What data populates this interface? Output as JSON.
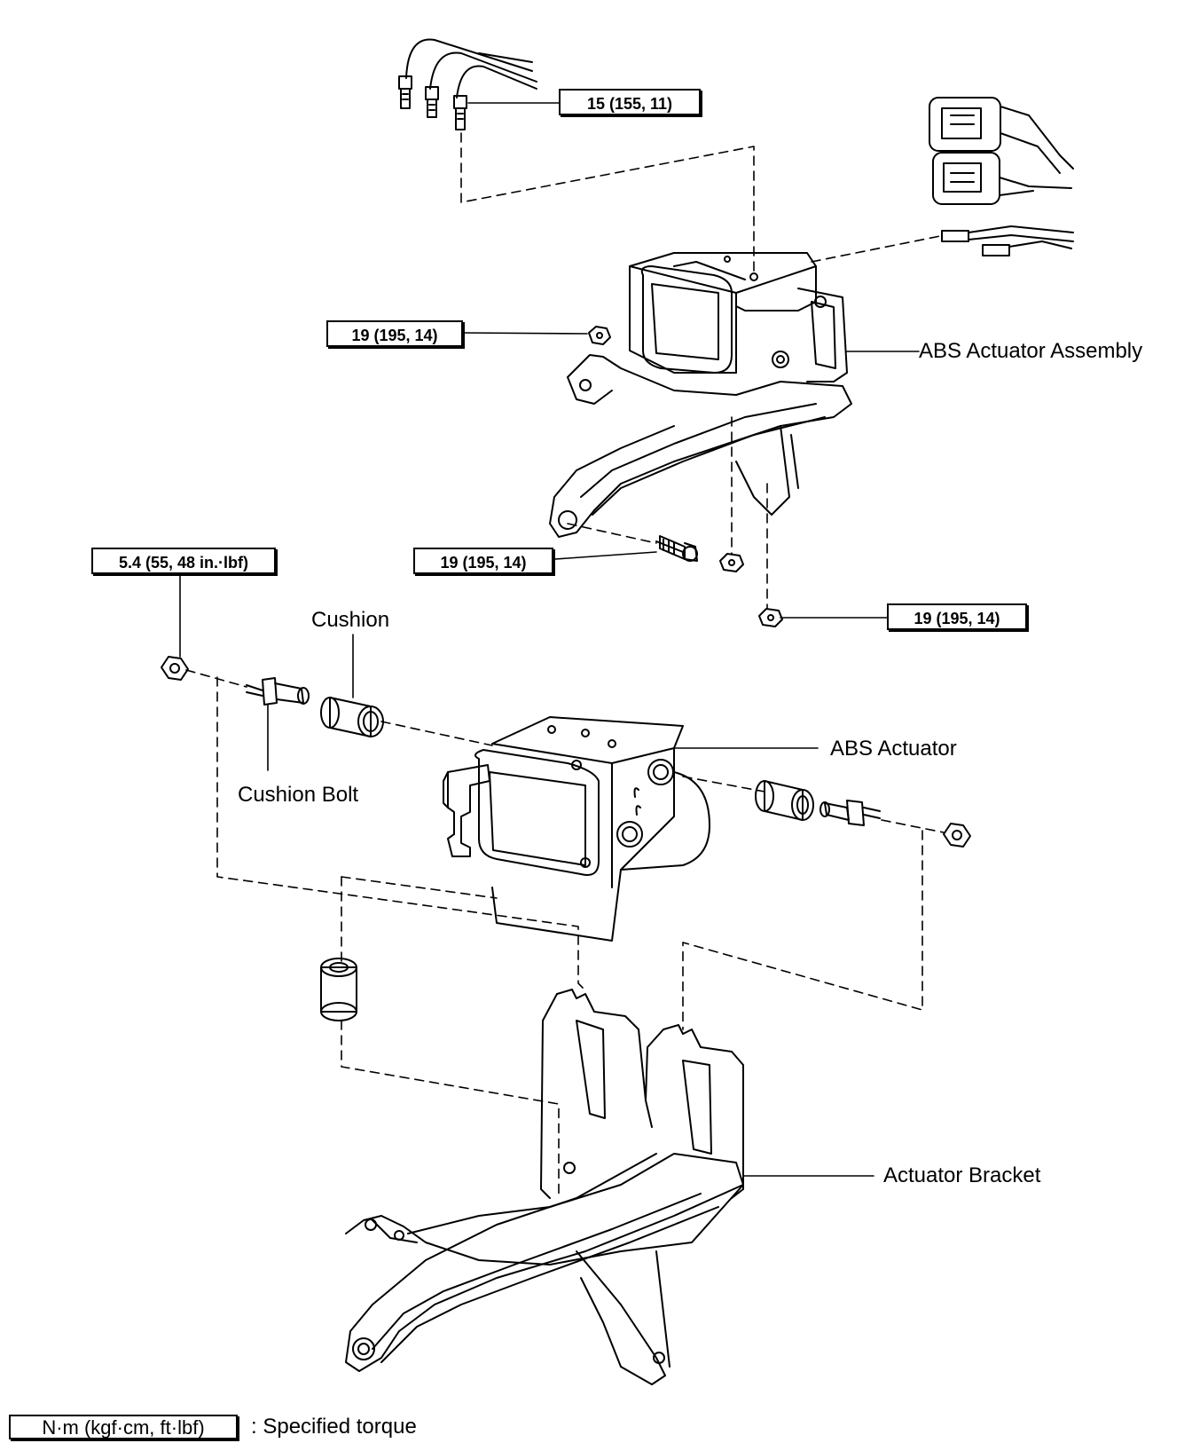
{
  "torque_specs": {
    "brake_line_flare_nut": "15 (155, 11)",
    "actuator_nut_upper": "19 (195, 14)",
    "bracket_bolt": "19 (195, 14)",
    "bracket_nut_lower": "19 (195, 14)",
    "cushion_bolt_nut": "5.4 (55, 48 in.·lbf)"
  },
  "labels": {
    "abs_actuator_assembly": "ABS Actuator Assembly",
    "cushion": "Cushion",
    "cushion_bolt": "Cushion Bolt",
    "abs_actuator": "ABS Actuator",
    "actuator_bracket": "Actuator Bracket"
  },
  "legend": {
    "unit_box": "N·m (kgf·cm, ft·lbf)",
    "description": ": Specified torque"
  }
}
